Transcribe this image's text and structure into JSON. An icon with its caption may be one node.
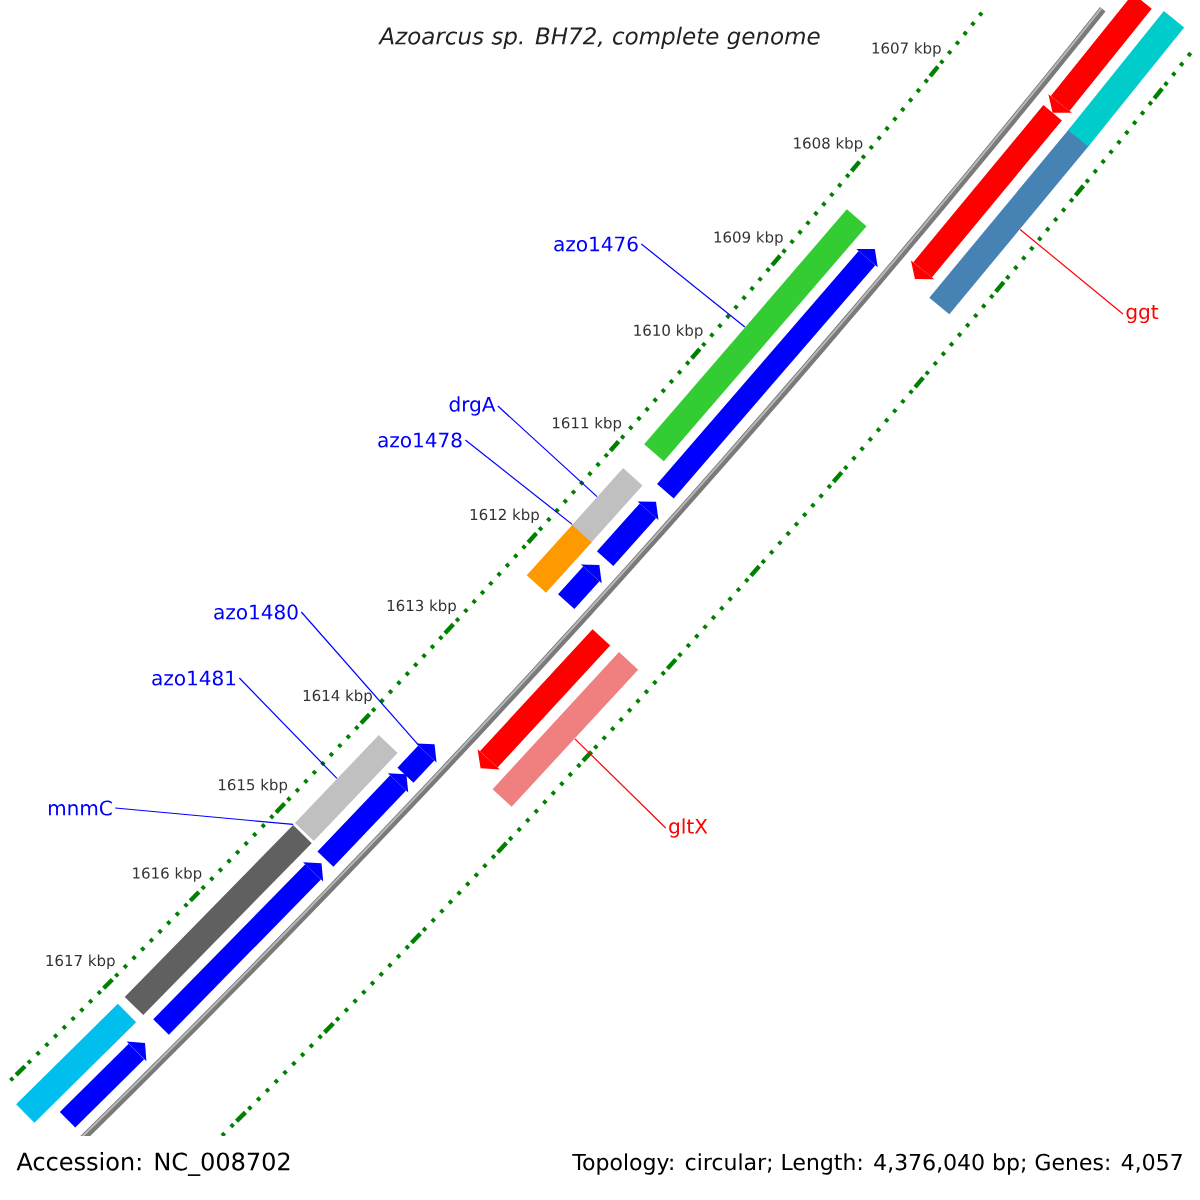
{
  "diagram": {
    "title": "Azoarcus sp. BH72, complete genome",
    "nodes": [
      {
        "text": [
          "azo1476"
        ]
      },
      {
        "text": [
          "ggt"
        ]
      },
      {
        "text": [
          "drgA"
        ]
      },
      {
        "text": [
          "azo1478"
        ]
      },
      {
        "text": [
          "azo1480"
        ]
      },
      {
        "text": [
          "azo1481"
        ]
      },
      {
        "text": [
          "mnmC"
        ]
      },
      {
        "text": [
          "gltX"
        ]
      },
      {
        "text": [],
        "shape": "bar"
      },
      {
        "text": [],
        "shape": "bar"
      },
      {
        "text": [],
        "shape": "bar"
      },
      {
        "text": [],
        "shape": "bar"
      },
      {
        "text": [],
        "shape": "bar"
      },
      {
        "text": [],
        "shape": "bar"
      },
      {
        "text": [],
        "shape": "bar"
      },
      {
        "text": [],
        "shape": "bar"
      },
      {
        "text": [],
        "shape": "bar"
      },
      {
        "text": [],
        "shape": "bar"
      },
      {
        "text": [],
        "shape": "bar"
      },
      {
        "text": [],
        "shape": "bar"
      },
      {
        "text": [],
        "shape": "bar"
      },
      {
        "text": [],
        "shape": "bar"
      },
      {
        "text": [],
        "shape": "bar"
      },
      {
        "text": [],
        "shape": "bar"
      },
      {
        "text": [],
        "shape": "bar"
      },
      {
        "text": [],
        "shape": "bar"
      },
      {
        "text": [],
        "shape": "bar"
      }
    ],
    "edges": [
      {
        "from": 0,
        "to": 9,
        "arrow": "none"
      },
      {
        "from": 1,
        "to": 8,
        "arrow": "none",
        "color": "#ff0000"
      },
      {
        "from": 2,
        "to": 10,
        "arrow": "none"
      },
      {
        "from": 3,
        "to": 11,
        "arrow": "none"
      },
      {
        "from": 4,
        "to": 13,
        "arrow": "none"
      },
      {
        "from": 5,
        "to": 14,
        "arrow": "none"
      },
      {
        "from": 6,
        "to": 15,
        "arrow": "none"
      },
      {
        "from": 7,
        "to": 12,
        "arrow": "none",
        "color": "#ff0000"
      }
    ],
    "labels": [
      "1607 kbp",
      "1608 kbp",
      "1609 kbp",
      "1610 kbp",
      "1611 kbp",
      "1612 kbp",
      "1613 kbp",
      "1614 kbp",
      "1615 kbp",
      "1616 kbp",
      "1617 kbp",
      "Accession: NC_008702",
      "Topology: circular; Length: 4,376,040 bp; Genes: 4,057"
    ]
  }
}
